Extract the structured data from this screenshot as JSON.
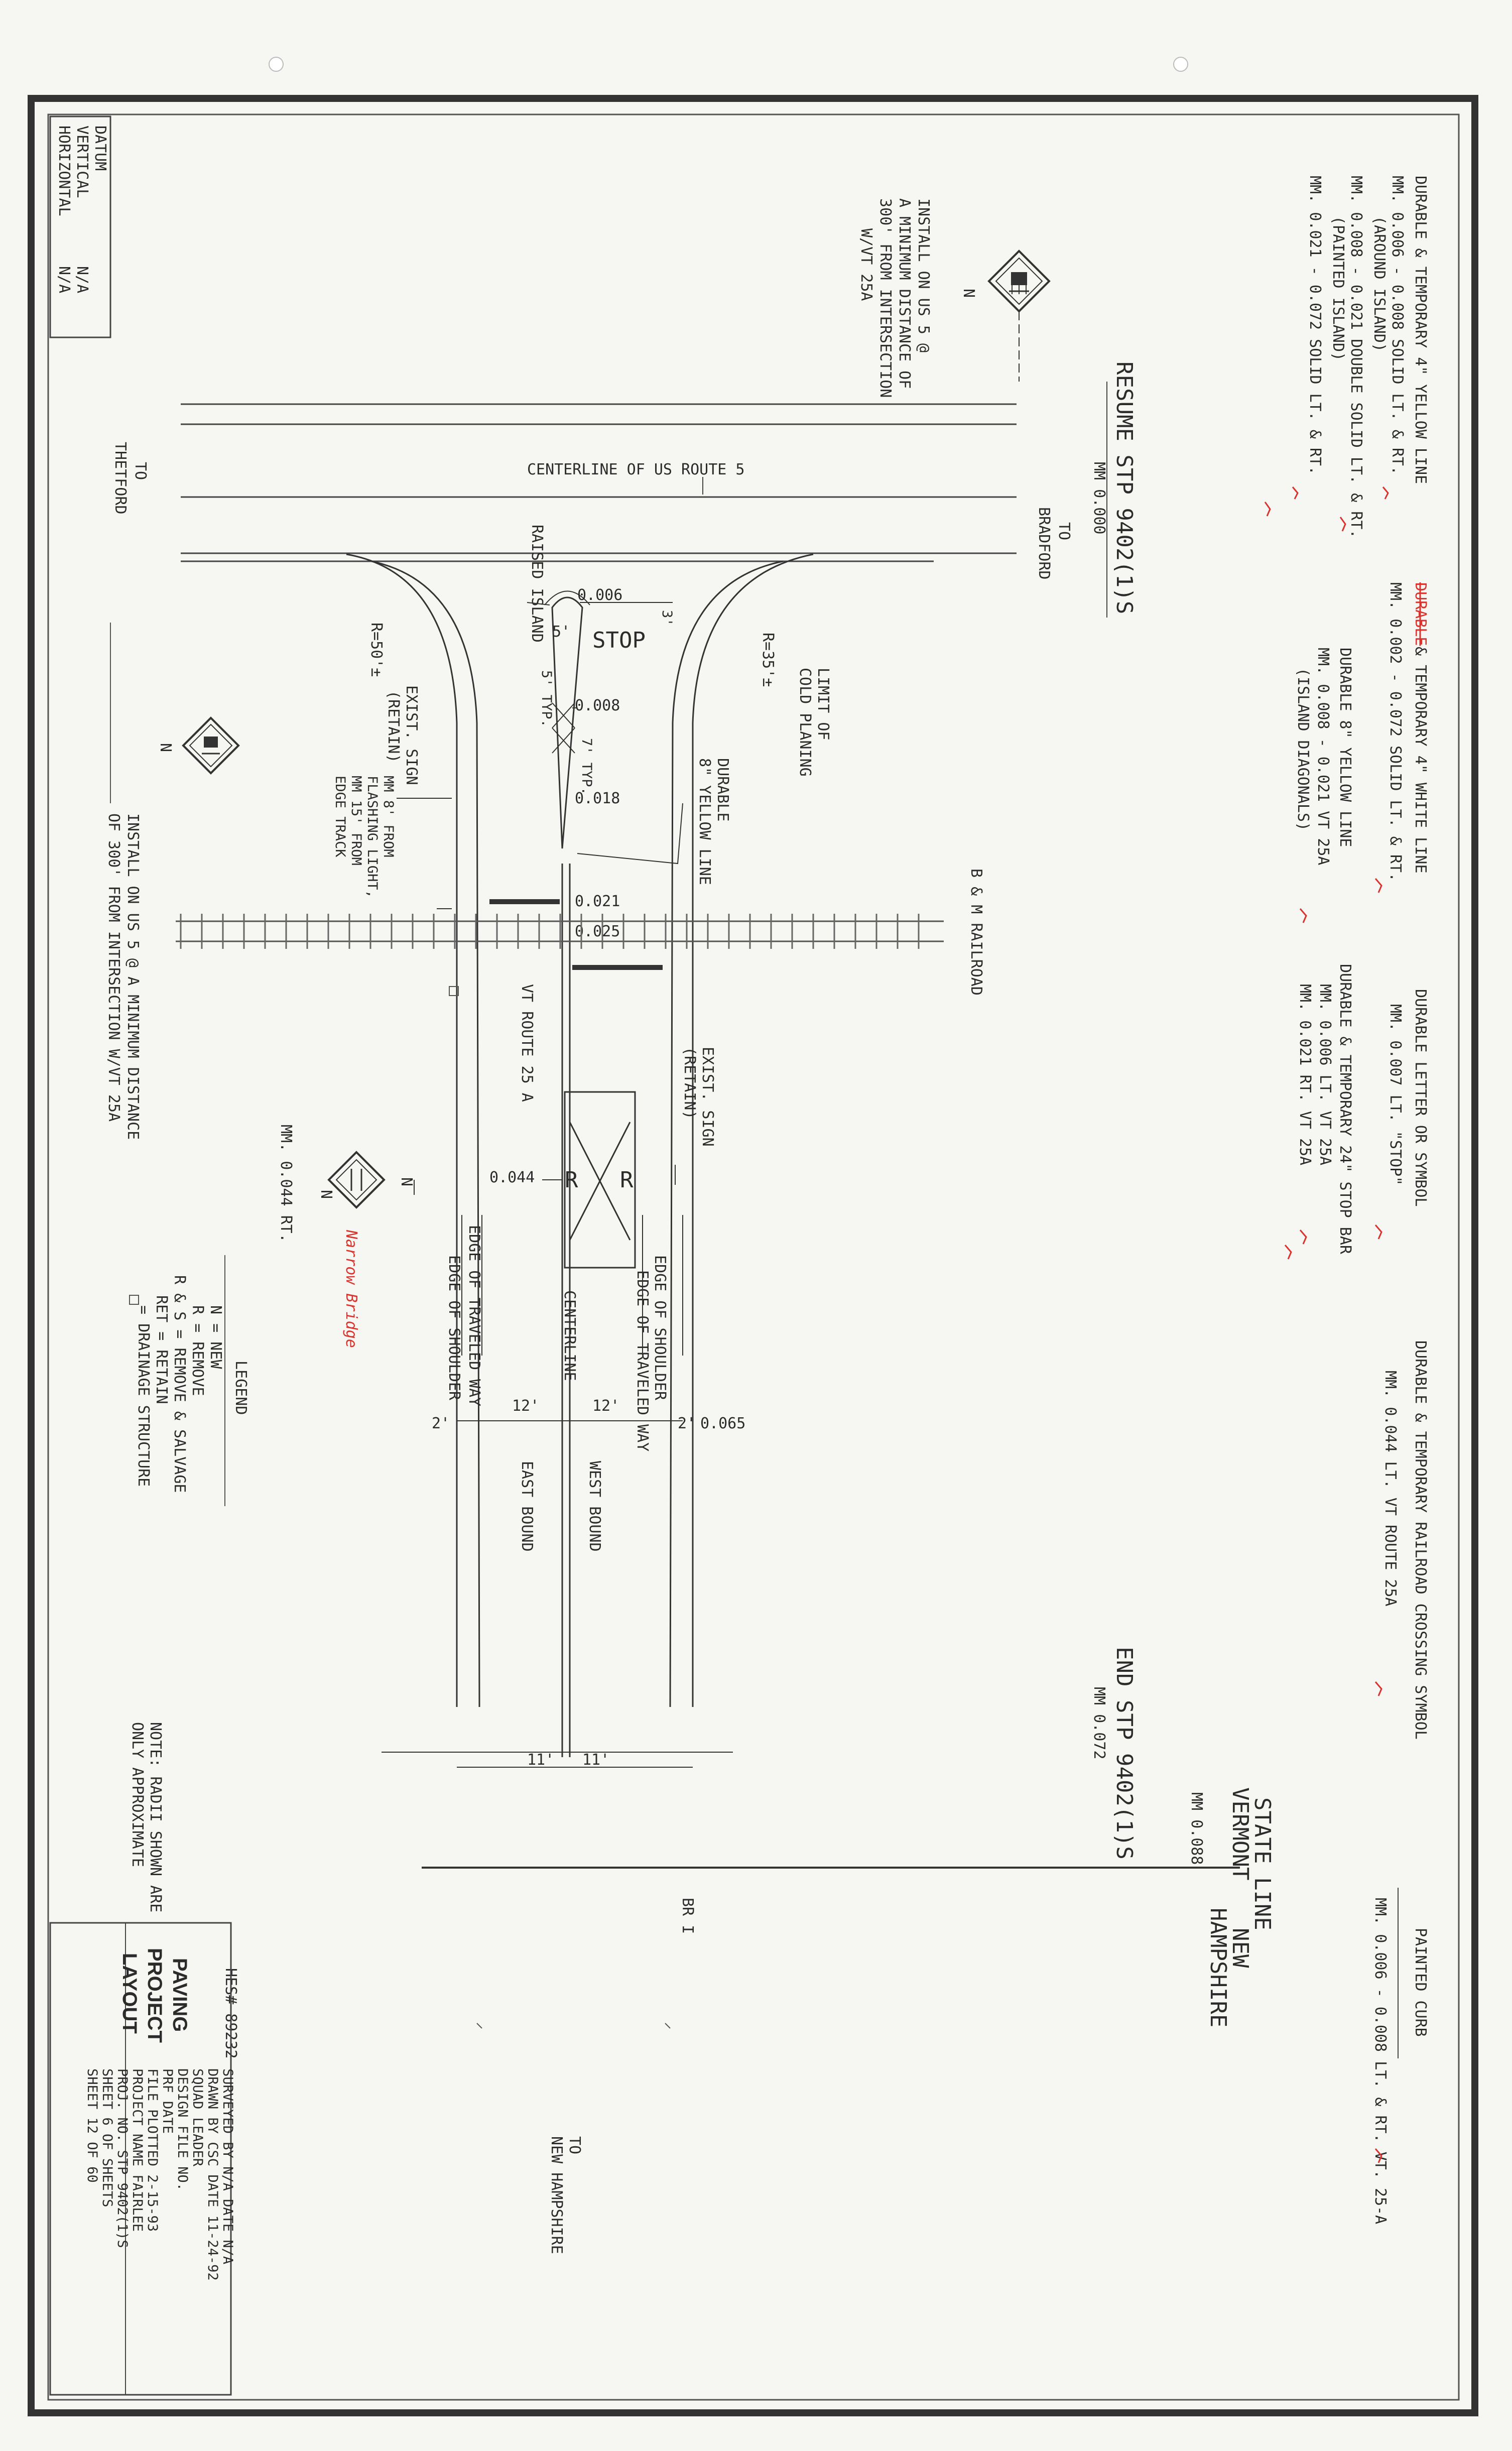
{
  "notes": {
    "yellow_line": {
      "title": "DURABLE & TEMPORARY 4\" YELLOW LINE",
      "lines": [
        "MM. 0.006 - 0.008 SOLID LT. & RT.",
        "(AROUND ISLAND)",
        "MM. 0.008 - 0.021 DOUBLE SOLID LT. & RT.",
        "(PAINTED ISLAND)",
        "MM. 0.021 - 0.072 SOLID LT. & RT."
      ]
    },
    "white_line": {
      "title_struck": "DURABLE",
      "title": " & TEMPORARY 4\" WHITE LINE",
      "line": "MM. 0.002 - 0.072 SOLID LT. & RT."
    },
    "yellow8": {
      "title": "DURABLE 8\" YELLOW LINE",
      "line1": "MM. 0.008 - 0.021 VT 25A",
      "line2": "(ISLAND DIAGONALS)"
    },
    "letter_symbol": {
      "title": "DURABLE LETTER OR SYMBOL",
      "line": "MM. 0.007 LT. \"STOP\""
    },
    "stop_bar": {
      "title": "DURABLE & TEMPORARY 24\" STOP BAR",
      "line1": "MM. 0.006 LT. VT 25A",
      "line2": "MM. 0.021 RT. VT 25A"
    },
    "rr_symbol": {
      "title": "DURABLE & TEMPORARY RAILROAD CROSSING SYMBOL",
      "line": "MM. 0.044 LT. VT ROUTE 25A"
    },
    "curb": {
      "title": "PAINTED CURB",
      "line": "MM. 0.006 - 0.008 LT. & RT. VT. 25-A"
    }
  },
  "datum": {
    "title": "DATUM",
    "vertical": "VERTICAL",
    "horizontal": "HORIZONTAL",
    "v_val": "N/A",
    "h_val": "N/A"
  },
  "install_top": [
    "INSTALL ON US 5 @",
    "A MINIMUM DISTANCE OF",
    "300' FROM INTERSECTION",
    "W/VT 25A"
  ],
  "install_bottom": [
    "INSTALL ON US 5 @ A MINIMUM DISTANCE",
    "OF 300' FROM INTERSECTION W/VT 25A"
  ],
  "road": {
    "centerline_us5": "CENTERLINE OF US ROUTE 5",
    "to_thetford": [
      "TO",
      "THETFORD"
    ],
    "to_bradford": [
      "TO",
      "BRADFORD"
    ],
    "resume": "RESUME STP 9402(1)S",
    "resume_mm": "MM 0.000",
    "raised_island": "RAISED ISLAND",
    "stop": "STOP",
    "r50": "R=50'±",
    "r35": "R=35'±",
    "dim5": "5'",
    "dim3": "3'",
    "typ5": "5' TYP.",
    "typ7": "7' TYP.",
    "cold_planing": [
      "LIMIT OF",
      "COLD PLANING"
    ],
    "yellow_label": [
      "DURABLE",
      "8\" YELLOW LINE"
    ],
    "exist_sign_left": [
      "EXIST. SIGN",
      "(RETAIN)"
    ],
    "flashing": [
      "MM 8' FROM",
      "FLASHING LIGHT,",
      "MM 15' FROM",
      "EDGE TRACK"
    ],
    "exist_sign_right": [
      "EXIST. SIGN",
      "(RETAIN)"
    ],
    "bm_railroad": "B & M RAILROAD",
    "vt_route": "VT ROUTE 25 A",
    "mm_006": "0.006",
    "mm_008": "0.008",
    "mm_018": "0.018",
    "mm_021": "0.021",
    "mm_025": "0.025",
    "mm_044": "0.044",
    "mm_065": "0.065",
    "r_left": "R",
    "r_right": "R",
    "sign_mm": "MM. 0.044 RT.",
    "narrow_bridge": "Narrow Bridge",
    "edge_travel_l": "EDGE OF TRAVELED WAY",
    "edge_shoulder_l": "EDGE OF SHOULDER",
    "centerline": "CENTERLINE",
    "edge_shoulder_r": "EDGE OF SHOULDER",
    "edge_travel_r": "EDGE OF TRAVELED WAY",
    "w12a": "12'",
    "w12b": "12'",
    "w2a": "2'",
    "w2b": "2'",
    "east_bound": "EAST BOUND",
    "west_bound": "WEST BOUND",
    "w11a": "11'",
    "w11b": "11'",
    "end": "END STP 9402(1)S",
    "end_mm": "MM 0.072",
    "state_line": "STATE LINE",
    "vermont": "VERMONT",
    "new_hampshire": [
      "NEW",
      "HAMPSHIRE"
    ],
    "mm_088": "MM 0.088",
    "br": "BR I",
    "to_nh": [
      "TO",
      "NEW HAMPSHIRE"
    ],
    "n": "N"
  },
  "legend": {
    "title": "LEGEND",
    "items": [
      "N = NEW",
      "R = REMOVE",
      "R & S = REMOVE & SALVAGE",
      "RET = RETAIN",
      "= DRAINAGE STRUCTURE"
    ]
  },
  "radii_note": [
    "NOTE: RADII SHOWN ARE",
    "ONLY APPROXIMATE"
  ],
  "hes": "HES# 89232",
  "title_block": {
    "title": [
      "PAVING",
      "PROJECT",
      "LAYOUT"
    ],
    "rows": [
      "SURVEYED BY N/A  DATE  N/A",
      "DRAWN BY  CSC  DATE 11-24-92",
      "SQUAD LEADER",
      "DESIGN FILE NO.",
      "PRF          DATE",
      "FILE      PLOTTED  2-15-93",
      "PROJECT NAME     FAIRLEE",
      "PROJ. NO.    STP 9402(1)S",
      "SHEET  6  OF            SHEETS",
      "SHEET 12 OF 60"
    ]
  },
  "colors": {
    "ink": "#2b2b2b",
    "red": "#d8342d",
    "paper": "#f6f6f3"
  },
  "icons": [
    "railroad-crossing-sign-icon",
    "narrow-bridge-sign-icon",
    "check-mark-icon",
    "drainage-structure-icon"
  ]
}
